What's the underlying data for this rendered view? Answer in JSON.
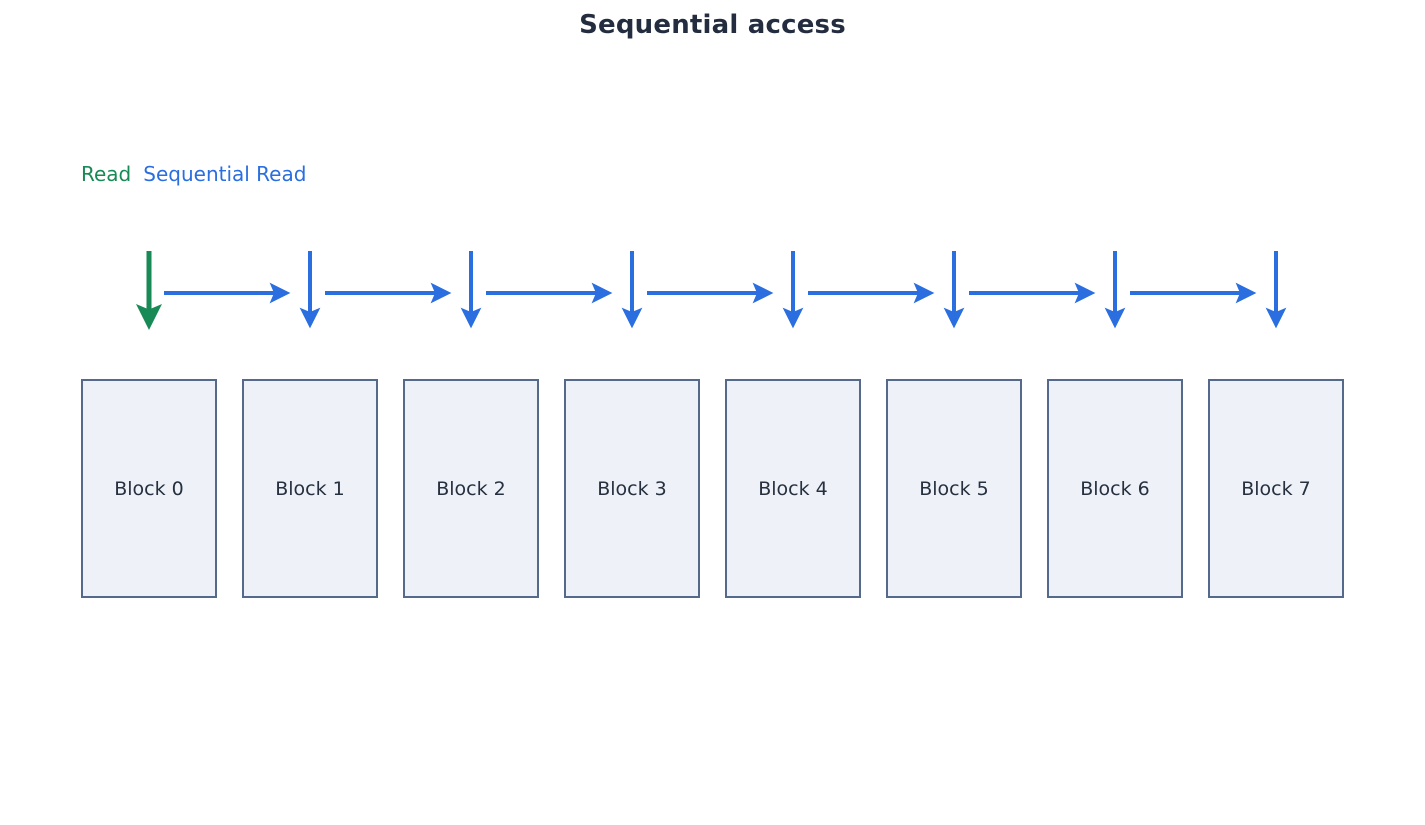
{
  "title": "Sequential access",
  "legend": {
    "items": [
      {
        "label": "Read",
        "color": "#188a55",
        "kind": "read"
      },
      {
        "label": "Sequential Read",
        "color": "#2a6ee0",
        "kind": "sequential-read"
      }
    ]
  },
  "colors": {
    "title": "#232d3f",
    "read_green": "#188a55",
    "sequential_blue": "#2a6ee0",
    "block_fill": "#eef2f8",
    "block_border": "#55698a",
    "block_text": "#27303f",
    "background": "#ffffff"
  },
  "blocks": [
    {
      "label": "Block 0"
    },
    {
      "label": "Block 1"
    },
    {
      "label": "Block 2"
    },
    {
      "label": "Block 3"
    },
    {
      "label": "Block 4"
    },
    {
      "label": "Block 5"
    },
    {
      "label": "Block 6"
    },
    {
      "label": "Block 7"
    }
  ],
  "chart_data": {
    "type": "diagram",
    "title": "Sequential access",
    "description": "Eight memory blocks accessed in order; a green Read arrow enters Block 0, then blue Sequential Read arrows step right from block to block, each turning down into the next block.",
    "categories": [
      "Block 0",
      "Block 1",
      "Block 2",
      "Block 3",
      "Block 4",
      "Block 5",
      "Block 6",
      "Block 7"
    ],
    "down_arrows": [
      {
        "target": "Block 0",
        "color": "#188a55",
        "series": "Read"
      },
      {
        "target": "Block 1",
        "color": "#2a6ee0",
        "series": "Sequential Read"
      },
      {
        "target": "Block 2",
        "color": "#2a6ee0",
        "series": "Sequential Read"
      },
      {
        "target": "Block 3",
        "color": "#2a6ee0",
        "series": "Sequential Read"
      },
      {
        "target": "Block 4",
        "color": "#2a6ee0",
        "series": "Sequential Read"
      },
      {
        "target": "Block 5",
        "color": "#2a6ee0",
        "series": "Sequential Read"
      },
      {
        "target": "Block 6",
        "color": "#2a6ee0",
        "series": "Sequential Read"
      },
      {
        "target": "Block 7",
        "color": "#2a6ee0",
        "series": "Sequential Read"
      }
    ],
    "link_arrows": [
      {
        "from": "Block 0",
        "to": "Block 1",
        "color": "#2a6ee0"
      },
      {
        "from": "Block 1",
        "to": "Block 2",
        "color": "#2a6ee0"
      },
      {
        "from": "Block 2",
        "to": "Block 3",
        "color": "#2a6ee0"
      },
      {
        "from": "Block 3",
        "to": "Block 4",
        "color": "#2a6ee0"
      },
      {
        "from": "Block 4",
        "to": "Block 5",
        "color": "#2a6ee0"
      },
      {
        "from": "Block 5",
        "to": "Block 6",
        "color": "#2a6ee0"
      },
      {
        "from": "Block 6",
        "to": "Block 7",
        "color": "#2a6ee0"
      }
    ],
    "legend": [
      "Read",
      "Sequential Read"
    ],
    "legend_position": "top-left"
  }
}
